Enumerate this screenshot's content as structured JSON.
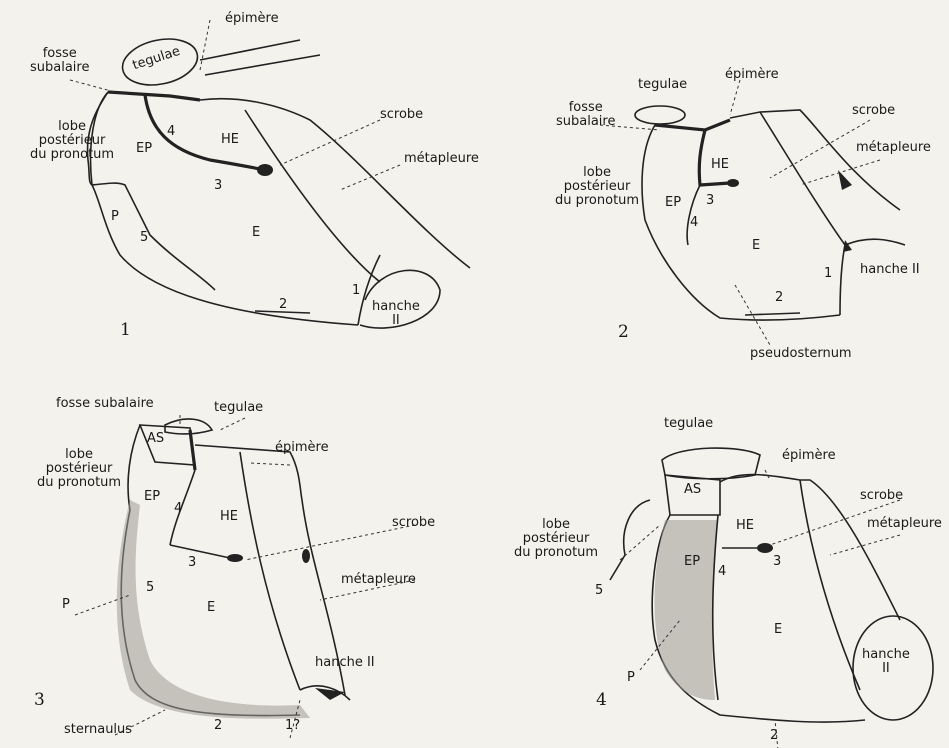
{
  "fig1": {
    "fosse": "fosse\nsubalaire",
    "tegulae": "tegulae",
    "epimere": "épimère",
    "lobe": "lobe\npostérieur\ndu pronotum",
    "scrobe": "scrobe",
    "metapleure": "métapleure",
    "EP": "EP",
    "HE": "HE",
    "P": "P",
    "E": "E",
    "n1": "1",
    "n2": "2",
    "n3": "3",
    "n4": "4",
    "n5": "5",
    "hanche": "hanche\nII",
    "fignum": "1"
  },
  "fig2": {
    "fosse": "fosse\nsubalaire",
    "tegulae": "tegulae",
    "epimere": "épimère",
    "lobe": "lobe\npostérieur\ndu pronotum",
    "scrobe": "scrobe",
    "metapleure": "métapleure",
    "EP": "EP",
    "HE": "HE",
    "E": "E",
    "n1": "1",
    "n2": "2",
    "n3": "3",
    "n4": "4",
    "hanche": "hanche II",
    "pseudosternum": "pseudosternum",
    "fignum": "2"
  },
  "fig3": {
    "fosse": "fosse subalaire",
    "tegulae": "tegulae",
    "epimere": "épimère",
    "lobe": "lobe\npostérieur\ndu pronotum",
    "scrobe": "scrobe",
    "metapleure": "métapleure",
    "AS": "AS",
    "EP": "EP",
    "HE": "HE",
    "E": "E",
    "P": "P",
    "n2": "2",
    "n3": "3",
    "n4": "4",
    "n5": "5",
    "n1q": "1?",
    "hanche": "hanche II",
    "sternaulus": "sternaulus",
    "fignum": "3"
  },
  "fig4": {
    "tegulae": "tegulae",
    "epimere": "épimère",
    "lobe": "lobe\npostérieur\ndu pronotum",
    "scrobe": "scrobe",
    "metapleure": "métapleure",
    "AS": "AS",
    "EP": "EP",
    "HE": "HE",
    "E": "E",
    "P": "P",
    "n2": "2",
    "n3": "3",
    "n4": "4",
    "n5": "5",
    "hanche": "hanche\nII",
    "fignum": "4"
  }
}
